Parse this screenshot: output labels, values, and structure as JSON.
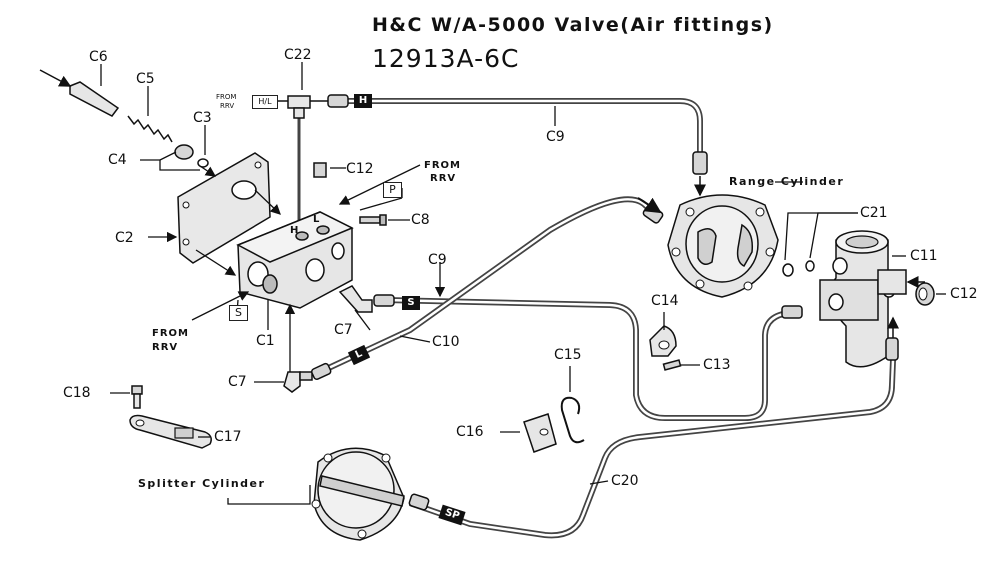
{
  "header": {
    "title": "H&C W/A-5000 Valve(Air fittings)",
    "part_number": "12913A-6C"
  },
  "part_labels": {
    "c1": "C1",
    "c2": "C2",
    "c3": "C3",
    "c4": "C4",
    "c5": "C5",
    "c6": "C6",
    "c7a": "C7",
    "c7b": "C7",
    "c8": "C8",
    "c9a": "C9",
    "c9b": "C9",
    "c10": "C10",
    "c11": "C11",
    "c12a": "C12",
    "c12b": "C12",
    "c13": "C13",
    "c14": "C14",
    "c15": "C15",
    "c16": "C16",
    "c17": "C17",
    "c18": "C18",
    "c20": "C20",
    "c21": "C21",
    "c22": "C22"
  },
  "callouts": {
    "range_cylinder": "Range Cylinder",
    "splitter_cylinder": "Splitter Cylinder",
    "from_rrv_top_line1": "FROM",
    "from_rrv_top_line2": "RRV",
    "from_rrv_left_line1": "FROM",
    "from_rrv_left_line2": "RRV",
    "from_rrv_small_line1": "FROM",
    "from_rrv_small_line2": "RRV"
  },
  "port_letters": {
    "p": "P",
    "s": "S",
    "hl": "H/L",
    "h_block": "H",
    "l_block": "L"
  },
  "line_tags": {
    "h": "H",
    "s": "S",
    "l": "L",
    "sp": "SP"
  },
  "colors": {
    "ink": "#111111",
    "part_fill": "#e6e6e6",
    "part_shade": "#bdbdbd",
    "tag_bg": "#111111",
    "tag_text": "#ffffff"
  }
}
